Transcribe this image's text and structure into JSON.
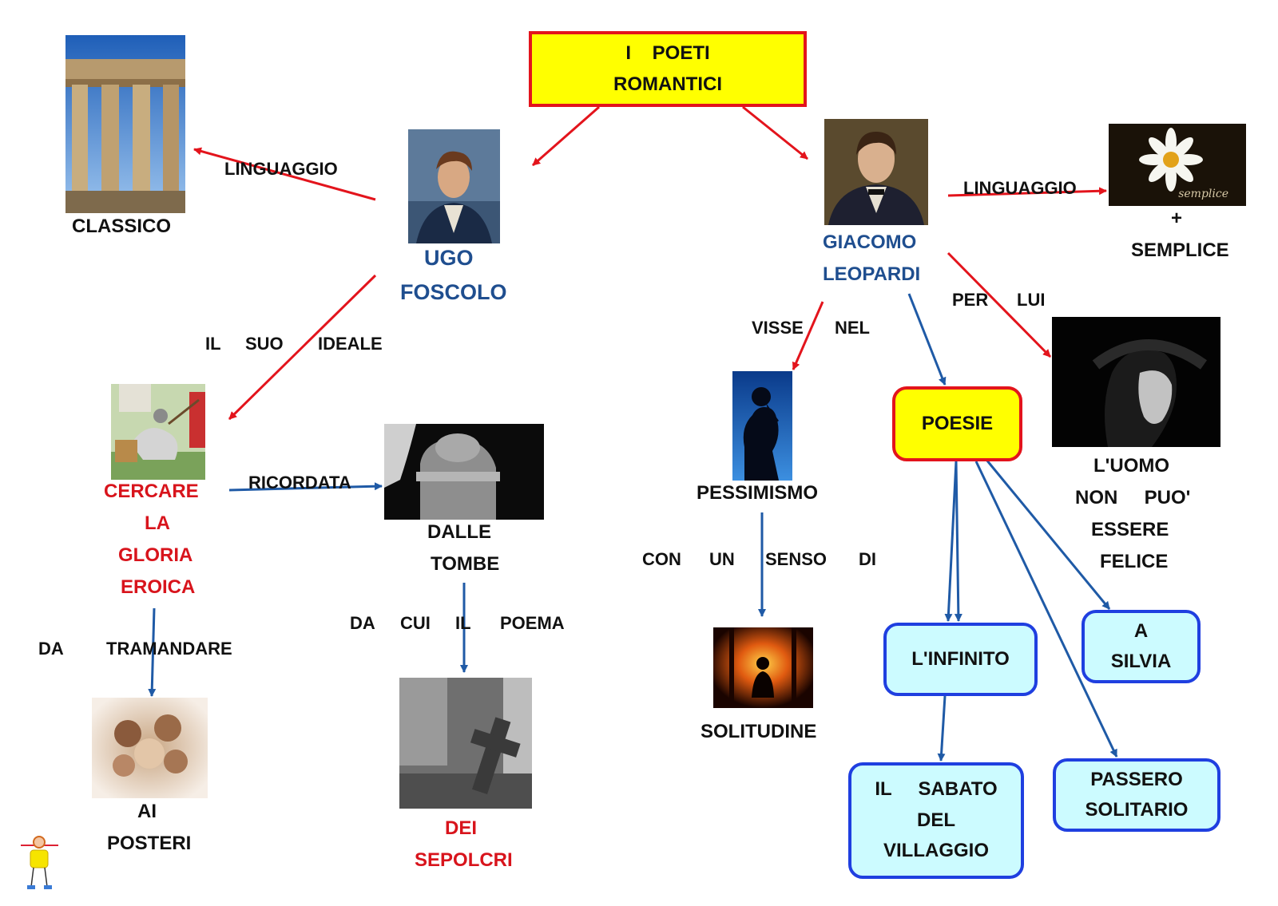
{
  "title": {
    "line1": "I    POETI",
    "line2": "ROMANTICI"
  },
  "foscolo": {
    "name1": "UGO",
    "name2": "FOSCOLO",
    "language_label": "LINGUAGGIO",
    "classic": "CLASSICO",
    "ideal_words": [
      "IL",
      "SUO",
      "IDEALE"
    ],
    "glory": [
      "CERCARE",
      "LA",
      "GLORIA",
      "EROICA"
    ],
    "remembered": "RICORDATA",
    "tombs": [
      "DALLE",
      "TOMBE"
    ],
    "poem_words": [
      "DA",
      "CUI",
      "IL",
      "POEMA"
    ],
    "sepolcri": [
      "DEI",
      "SEPOLCRI"
    ],
    "hand_down_words": [
      "DA",
      "TRAMANDARE"
    ],
    "posterity": [
      "AI",
      "POSTERI"
    ]
  },
  "leopardi": {
    "name1": "GIACOMO",
    "name2": "LEOPARDI",
    "language_label": "LINGUAGGIO",
    "plus": "+",
    "simple": "SEMPLICE",
    "simple_caption": "semplice",
    "lived_words": [
      "VISSE",
      "NEL"
    ],
    "pessimism": "PESSIMISMO",
    "sense_words": [
      "CON",
      "UN",
      "SENSO",
      "DI"
    ],
    "solitude": "SOLITUDINE",
    "for_him_words": [
      "PER",
      "LUI"
    ],
    "unhappy": [
      "L'UOMO",
      "NON     PUO'",
      "ESSERE",
      "FELICE"
    ],
    "poems": "POESIE",
    "infinito": "L'INFINITO",
    "silvia": [
      "A",
      "SILVIA"
    ],
    "sabato": [
      "IL     SABATO",
      "DEL",
      "VILLAGGIO"
    ],
    "passero": [
      "PASSERO",
      "SOLITARIO"
    ]
  },
  "colors": {
    "red_arrow": "#e3141c",
    "blue_arrow": "#1f5aa6",
    "title_fill": "#ffff00",
    "poem_fill": "#ccfbff"
  }
}
